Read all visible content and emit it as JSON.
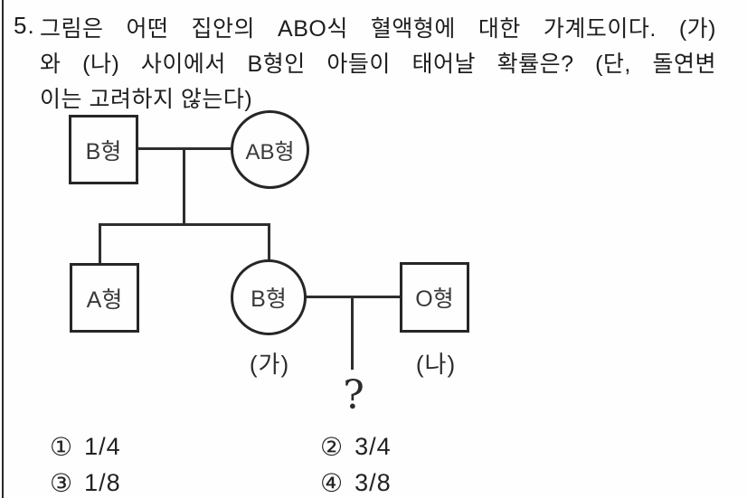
{
  "question": {
    "number": "5.",
    "lines": [
      "그림은 어떤 집안의 ABO식 혈액형에 대한 가계도이다. (가)",
      "와 (나) 사이에서 B형인 아들이 태어날 확률은? (단, 돌연변",
      "이는 고려하지 않는다)"
    ]
  },
  "pedigree": {
    "generation1": [
      {
        "shape": "square",
        "blood_type": "B형"
      },
      {
        "shape": "circle",
        "blood_type": "AB형"
      }
    ],
    "generation2": [
      {
        "shape": "square",
        "blood_type": "A형"
      },
      {
        "shape": "circle",
        "blood_type": "B형",
        "tag": "(가)"
      },
      {
        "shape": "square",
        "blood_type": "O형",
        "tag": "(나)"
      }
    ],
    "offspring_symbol": "?"
  },
  "choices": [
    {
      "marker": "①",
      "value": "1/4"
    },
    {
      "marker": "②",
      "value": "3/4"
    },
    {
      "marker": "③",
      "value": "1/8"
    },
    {
      "marker": "④",
      "value": "3/8"
    }
  ],
  "colors": {
    "ink": "#1e1e1e",
    "line": "#2e2e2e",
    "background": "#fefefe"
  }
}
